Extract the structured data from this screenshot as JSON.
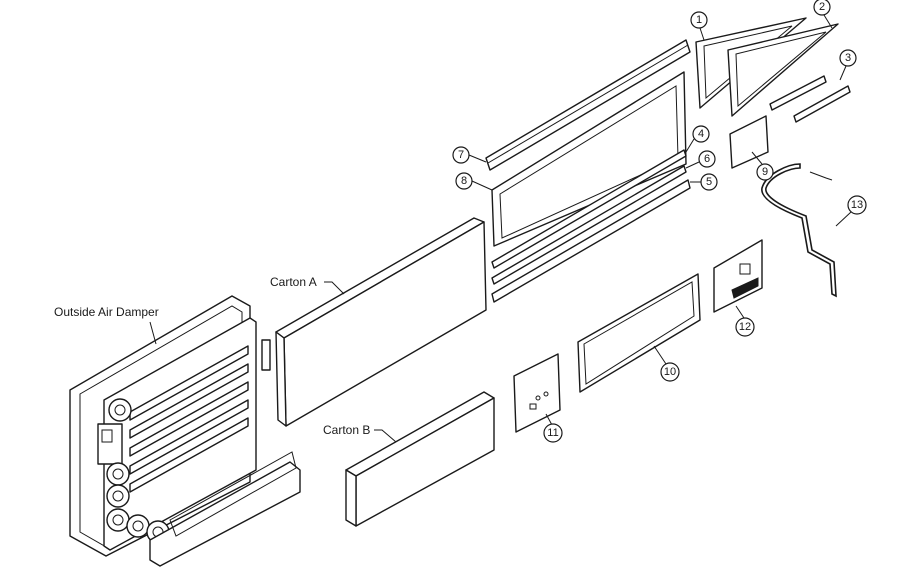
{
  "labels": {
    "outside_air_damper": "Outside Air Damper",
    "carton_a": "Carton A",
    "carton_b": "Carton B"
  },
  "callouts": [
    "1",
    "2",
    "3",
    "4",
    "5",
    "6",
    "7",
    "8",
    "9",
    "10",
    "11",
    "12",
    "13"
  ]
}
